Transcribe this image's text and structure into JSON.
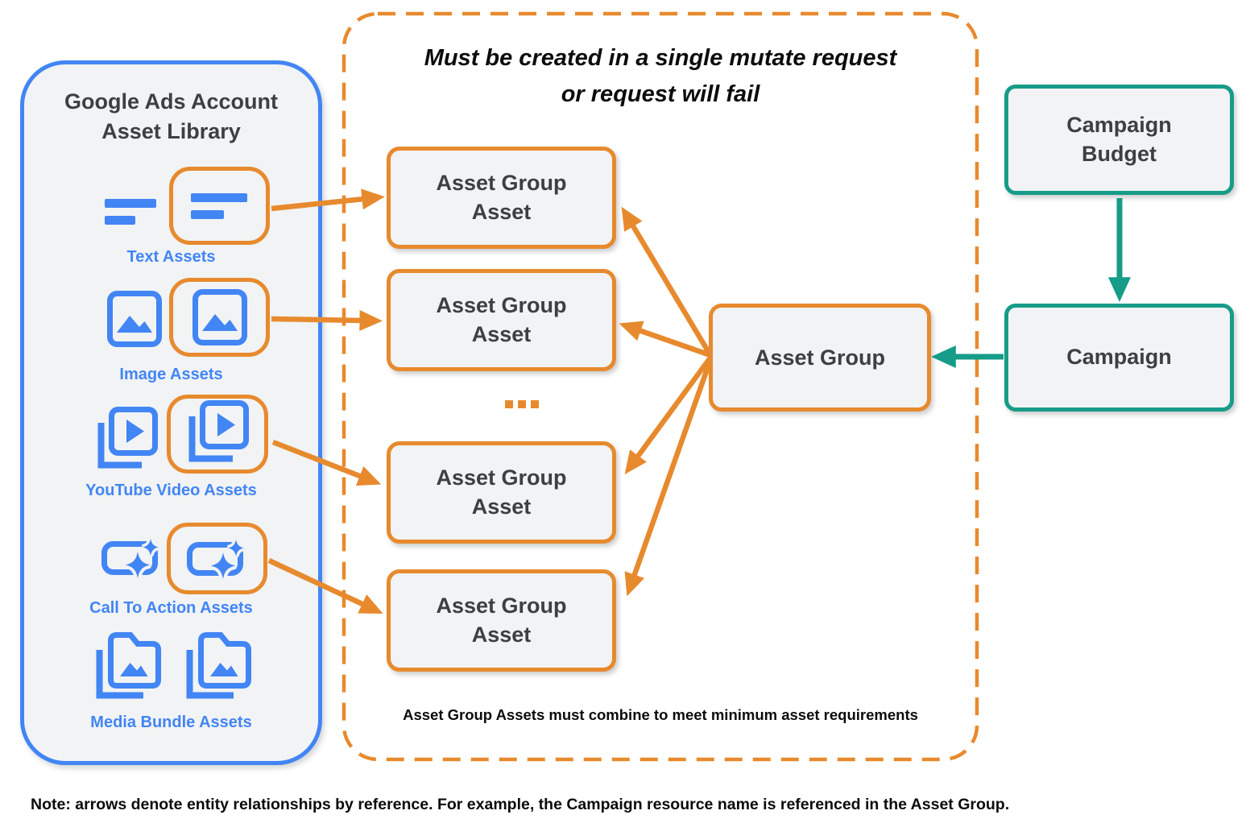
{
  "library": {
    "title": "Google Ads Account Asset Library",
    "asset_types": [
      {
        "label": "Text Assets",
        "icon": "text-lines-icon"
      },
      {
        "label": "Image Assets",
        "icon": "image-icon"
      },
      {
        "label": "YouTube Video  Assets",
        "icon": "video-library-icon"
      },
      {
        "label": "Call To Action Assets",
        "icon": "call-to-action-icon"
      },
      {
        "label": "Media Bundle  Assets",
        "icon": "media-bundle-icon"
      }
    ]
  },
  "mutate_group": {
    "title": "Must be created in a single mutate request or request will fail",
    "asset_group_asset_boxes": [
      "Asset Group Asset",
      "Asset Group Asset",
      "Asset Group Asset",
      "Asset Group Asset"
    ],
    "ellipsis": "...",
    "asset_group_label": "Asset Group",
    "footnote": "Asset Group Assets must combine to meet minimum asset requirements"
  },
  "campaign": {
    "budget_label": "Campaign Budget",
    "campaign_label": "Campaign"
  },
  "note": "Note: arrows denote entity relationships by reference. For example, the Campaign resource name is referenced in the Asset Group.",
  "colors": {
    "blue": "#4285F4",
    "orange": "#E78A2E",
    "teal": "#169C88",
    "box_fill": "#F1F3F4",
    "text_dark": "#3C4043"
  }
}
